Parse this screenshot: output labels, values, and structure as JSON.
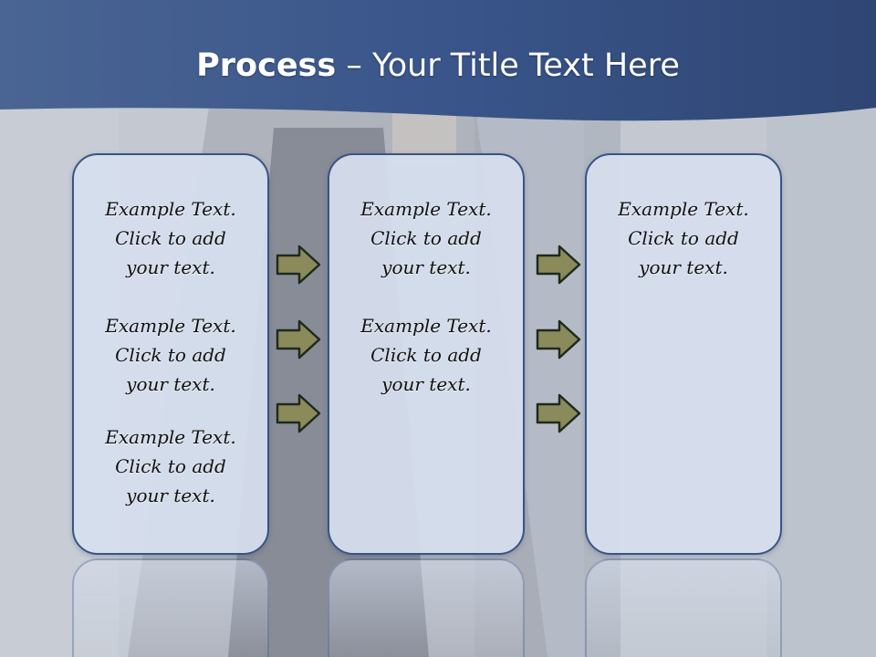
{
  "title": {
    "bold": "Process",
    "rest": " – Your Title Text Here"
  },
  "colors": {
    "header": "#3b5786",
    "box_border": "#3a5484",
    "box_fill": "#d6dfee",
    "arrow_fill": "#8a8a5a",
    "arrow_stroke": "#1e2a1e"
  },
  "columns": [
    {
      "blocks": [
        {
          "line1": "Example Text.",
          "line2": "Click  to add",
          "line3": "your text."
        },
        {
          "line1": "Example Text.",
          "line2": "Click  to add",
          "line3": "your text."
        },
        {
          "line1": "Example Text.",
          "line2": "Click  to add",
          "line3": "your text."
        }
      ]
    },
    {
      "blocks": [
        {
          "line1": "Example Text.",
          "line2": "Click  to add",
          "line3": "your text."
        },
        {
          "line1": "Example Text.",
          "line2": "Click  to add",
          "line3": "your text."
        }
      ]
    },
    {
      "blocks": [
        {
          "line1": "Example Text.",
          "line2": "Click  to add",
          "line3": "your text."
        }
      ]
    }
  ],
  "arrows": {
    "icon": "right-arrow-icon"
  }
}
